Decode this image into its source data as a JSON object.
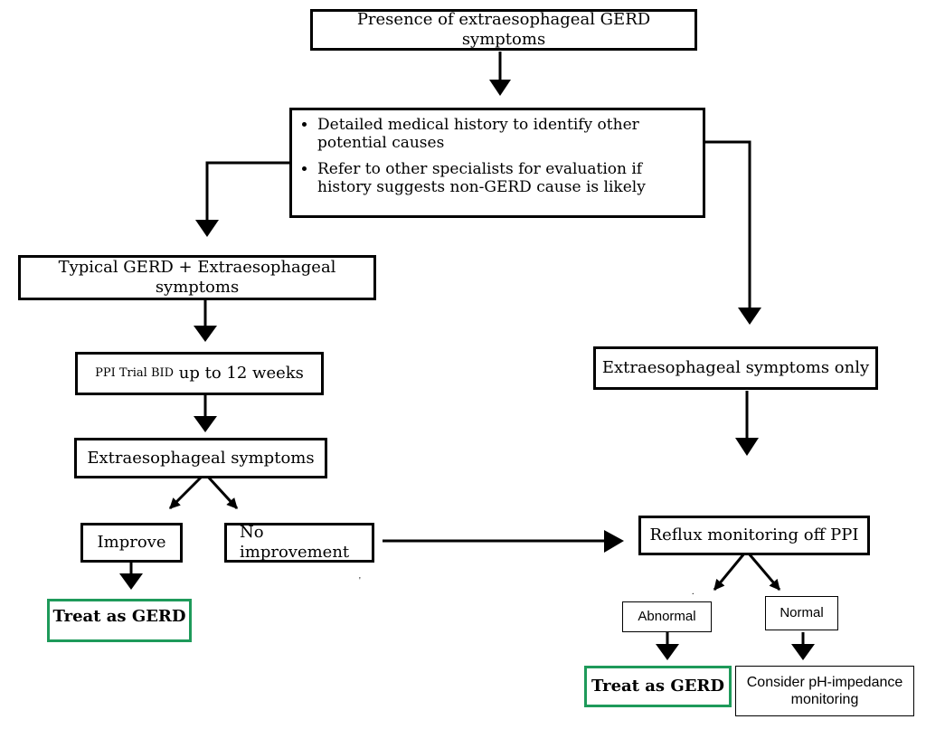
{
  "nodes": {
    "start": "Presence of extraesophageal GERD symptoms",
    "history": [
      "Detailed medical history to identify other potential causes",
      "Refer to other specialists for evaluation if history suggests  non-GERD cause is likely"
    ],
    "typical": "Typical GERD + Extraesophageal symptoms",
    "ppi_trial_small": "PPI Trial BID",
    "ppi_trial_rest": " up to 12 weeks",
    "extra_symptoms": "Extraesophageal symptoms",
    "improve": "Improve",
    "no_improvement": "No improvement",
    "treat_left": "Treat as GERD",
    "extra_only": "Extraesophageal symptoms only",
    "reflux": "Reflux monitoring off PPI",
    "abnormal": "Abnormal",
    "normal": "Normal",
    "treat_right": "Treat as GERD",
    "consider": "Consider pH-impedance monitoring"
  },
  "colors": {
    "line": "#000000",
    "highlight_border": "#1e9a5a"
  }
}
